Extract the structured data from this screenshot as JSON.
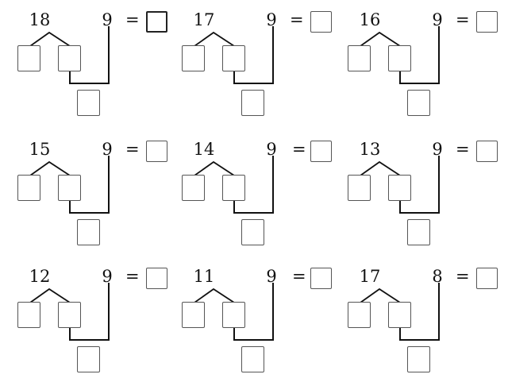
{
  "worksheet": {
    "operator": "—",
    "equals": "=",
    "problems": [
      {
        "minuend": "18",
        "subtrahend": "9"
      },
      {
        "minuend": "17",
        "subtrahend": "9"
      },
      {
        "minuend": "16",
        "subtrahend": "9"
      },
      {
        "minuend": "15",
        "subtrahend": "9"
      },
      {
        "minuend": "14",
        "subtrahend": "9"
      },
      {
        "minuend": "13",
        "subtrahend": "9"
      },
      {
        "minuend": "12",
        "subtrahend": "9"
      },
      {
        "minuend": "11",
        "subtrahend": "9"
      },
      {
        "minuend": "17",
        "subtrahend": "8"
      }
    ]
  }
}
